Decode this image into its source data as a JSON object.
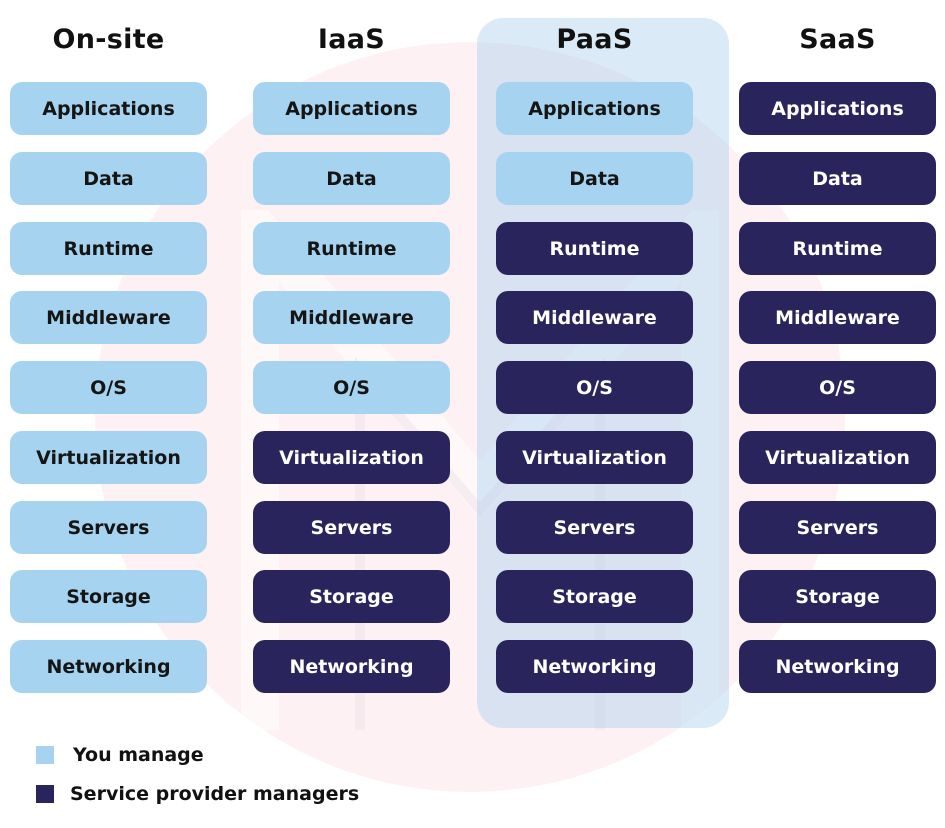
{
  "colors": {
    "you_manage": "#a6d3f0",
    "service_provider": "#2a245c",
    "highlight_panel": "#d6e8f5",
    "background_circle": "#fdf1f3"
  },
  "columns": [
    {
      "title": "On-site",
      "cells": [
        {
          "label": "Applications",
          "managed_by": "you"
        },
        {
          "label": "Data",
          "managed_by": "you"
        },
        {
          "label": "Runtime",
          "managed_by": "you"
        },
        {
          "label": "Middleware",
          "managed_by": "you"
        },
        {
          "label": "O/S",
          "managed_by": "you"
        },
        {
          "label": "Virtualization",
          "managed_by": "you"
        },
        {
          "label": "Servers",
          "managed_by": "you"
        },
        {
          "label": "Storage",
          "managed_by": "you"
        },
        {
          "label": "Networking",
          "managed_by": "you"
        }
      ]
    },
    {
      "title": "IaaS",
      "cells": [
        {
          "label": "Applications",
          "managed_by": "you"
        },
        {
          "label": "Data",
          "managed_by": "you"
        },
        {
          "label": "Runtime",
          "managed_by": "you"
        },
        {
          "label": "Middleware",
          "managed_by": "you"
        },
        {
          "label": "O/S",
          "managed_by": "you"
        },
        {
          "label": "Virtualization",
          "managed_by": "provider"
        },
        {
          "label": "Servers",
          "managed_by": "provider"
        },
        {
          "label": "Storage",
          "managed_by": "provider"
        },
        {
          "label": "Networking",
          "managed_by": "provider"
        }
      ]
    },
    {
      "title": "PaaS",
      "highlighted": true,
      "cells": [
        {
          "label": "Applications",
          "managed_by": "you"
        },
        {
          "label": "Data",
          "managed_by": "you"
        },
        {
          "label": "Runtime",
          "managed_by": "provider"
        },
        {
          "label": "Middleware",
          "managed_by": "provider"
        },
        {
          "label": "O/S",
          "managed_by": "provider"
        },
        {
          "label": "Virtualization",
          "managed_by": "provider"
        },
        {
          "label": "Servers",
          "managed_by": "provider"
        },
        {
          "label": "Storage",
          "managed_by": "provider"
        },
        {
          "label": "Networking",
          "managed_by": "provider"
        }
      ]
    },
    {
      "title": "SaaS",
      "cells": [
        {
          "label": "Applications",
          "managed_by": "provider"
        },
        {
          "label": "Data",
          "managed_by": "provider"
        },
        {
          "label": "Runtime",
          "managed_by": "provider"
        },
        {
          "label": "Middleware",
          "managed_by": "provider"
        },
        {
          "label": "O/S",
          "managed_by": "provider"
        },
        {
          "label": "Virtualization",
          "managed_by": "provider"
        },
        {
          "label": "Servers",
          "managed_by": "provider"
        },
        {
          "label": "Storage",
          "managed_by": "provider"
        },
        {
          "label": "Networking",
          "managed_by": "provider"
        }
      ]
    }
  ],
  "legend": [
    {
      "label": "You manage",
      "key": "you"
    },
    {
      "label": "Service provider managers",
      "key": "provider"
    }
  ]
}
